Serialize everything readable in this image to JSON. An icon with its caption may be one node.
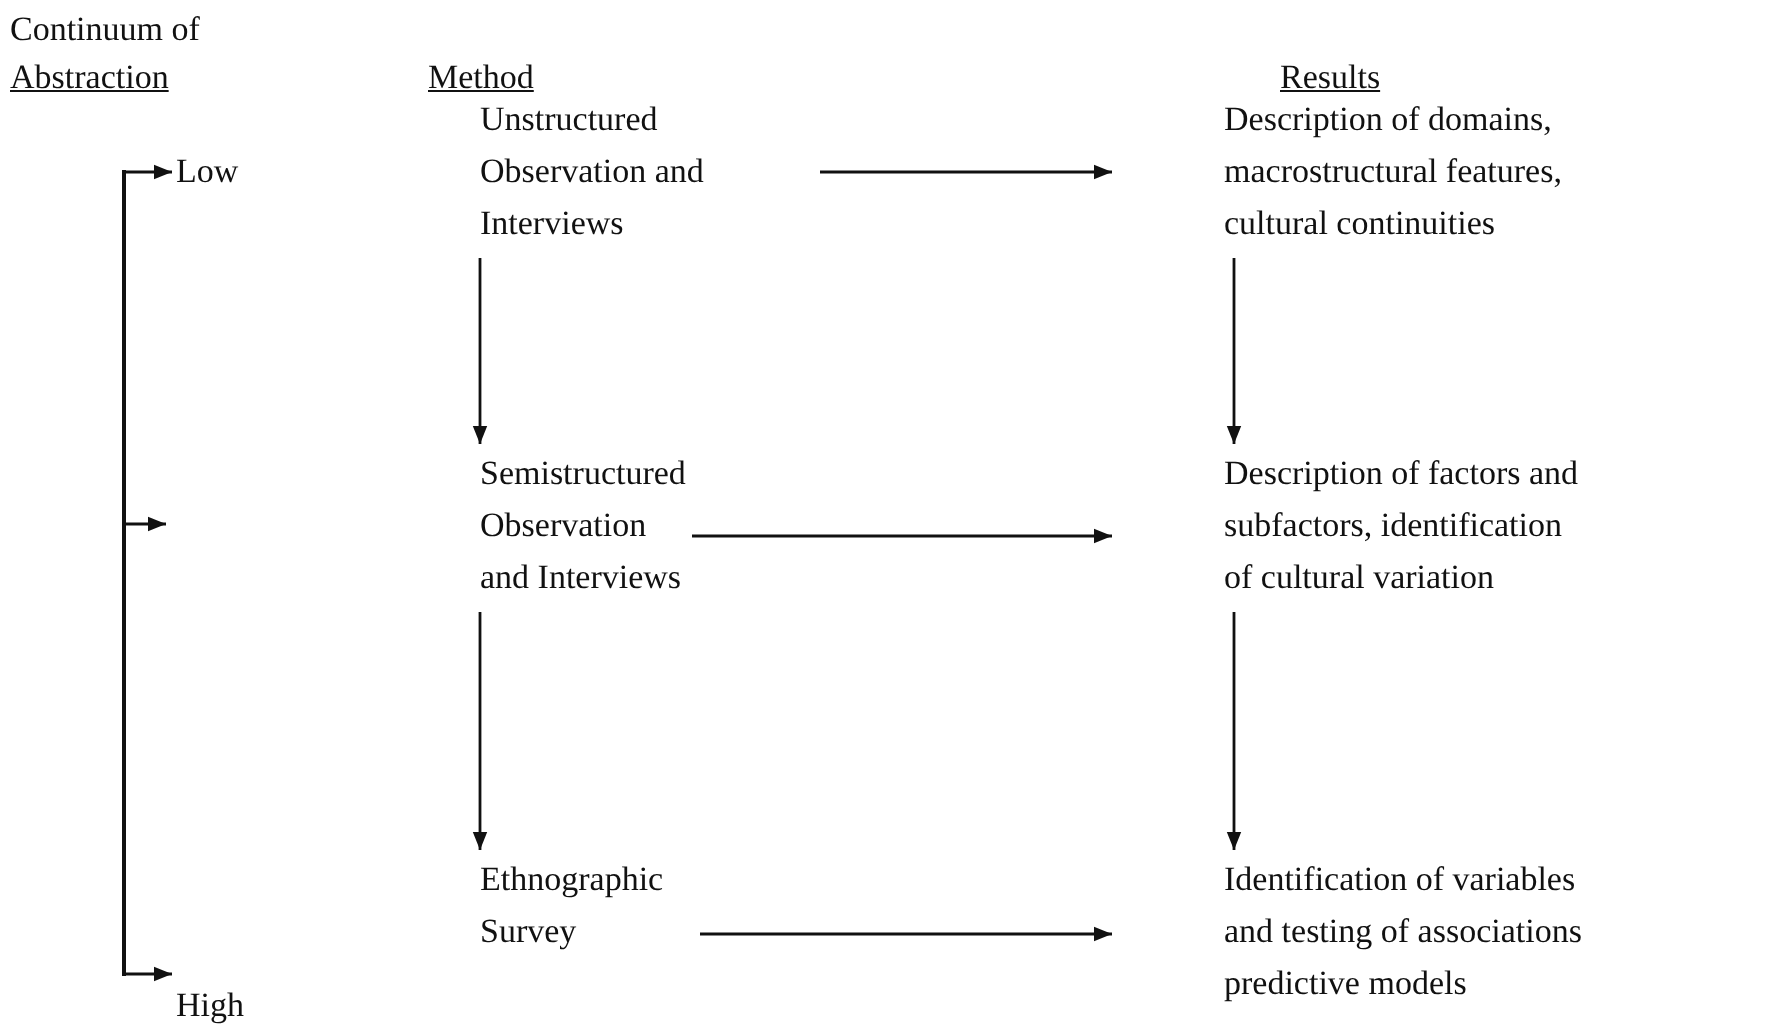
{
  "diagram": {
    "nodes": [
      {
        "text": [
          "Low"
        ]
      },
      {
        "text": [
          "Unstructured Observation and Interviews"
        ]
      },
      {
        "text": [
          "Description of domains, macrostructural features, cultural continuities"
        ]
      },
      {
        "text": [
          "Semistructured Observation and Interviews"
        ]
      },
      {
        "text": [
          "Description of factors and subfactors, identification of cultural variation"
        ]
      },
      {
        "text": [
          "High"
        ]
      },
      {
        "text": [
          "Ethnographic Survey"
        ]
      },
      {
        "text": [
          "Identification of variables and testing of associations predictive models"
        ]
      },
      {
        "text": [],
        "shape": "bar"
      }
    ],
    "edges": [
      {
        "from": 8,
        "to": 0,
        "arrow": "to"
      },
      {
        "from": 1,
        "to": 2,
        "arrow": "to"
      },
      {
        "from": 1,
        "to": 3,
        "arrow": "to"
      },
      {
        "from": 2,
        "to": 4,
        "arrow": "to"
      },
      {
        "from": 3,
        "to": 4,
        "arrow": "to"
      },
      {
        "from": 3,
        "to": 6,
        "arrow": "to"
      },
      {
        "from": 4,
        "to": 7,
        "arrow": "to"
      },
      {
        "from": 6,
        "to": 7,
        "arrow": "to"
      },
      {
        "from": 8,
        "to": 5,
        "arrow": "to"
      },
      {
        "from": 8,
        "to": null,
        "arrow": "to"
      }
    ],
    "labels": [
      "Continuum of",
      "Abstraction",
      "Method",
      "Results"
    ]
  }
}
